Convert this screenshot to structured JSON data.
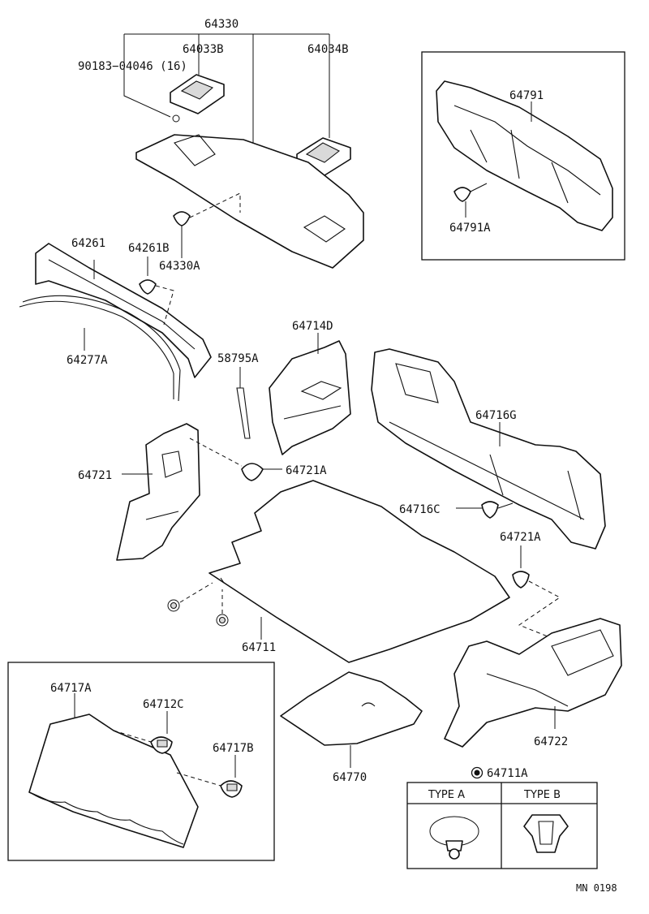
{
  "labels": {
    "p64330": "64330",
    "p64033B": "64033B",
    "p64034B": "64034B",
    "p90183": "90183−04046 (16)",
    "p64791": "64791",
    "p64791A": "64791A",
    "p64261": "64261",
    "p64261B": "64261B",
    "p64330A": "64330A",
    "p64277A": "64277A",
    "p64714D": "64714D",
    "p58795A": "58795A",
    "p64716G": "64716G",
    "p64721": "64721",
    "p64721A_1": "64721A",
    "p64716C": "64716C",
    "p64721A_2": "64721A",
    "p64711": "64711",
    "p64717A": "64717A",
    "p64712C": "64712C",
    "p64717B": "64717B",
    "p64770": "64770",
    "p64722": "64722",
    "p64711A": "64711A"
  },
  "type_table": {
    "type_a": "TYPE A",
    "type_b": "TYPE B"
  },
  "footer": {
    "code": "MN 0198"
  }
}
